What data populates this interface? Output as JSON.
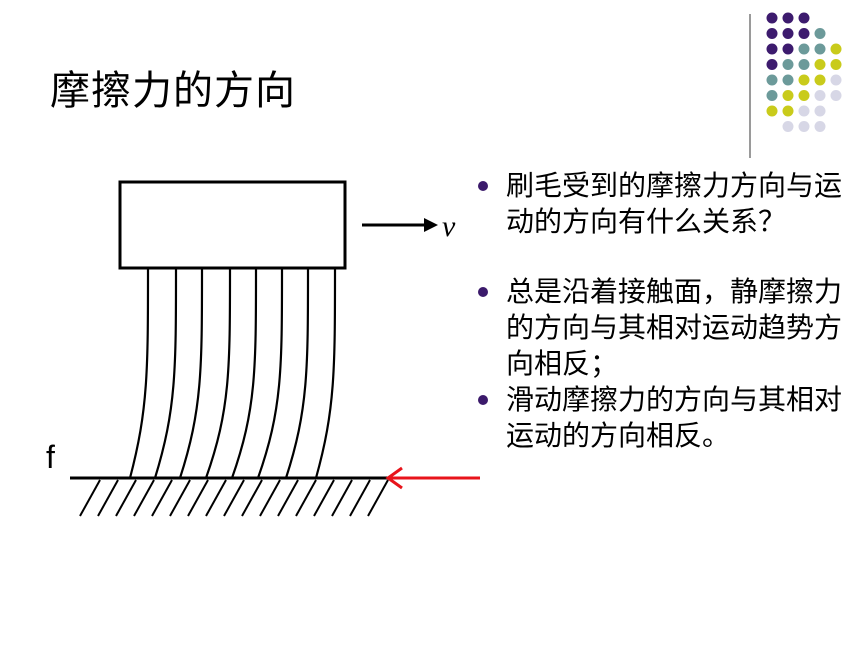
{
  "slide": {
    "title": "摩擦力的方向",
    "bullets": [
      "刷毛受到的摩擦力方向与运动的方向有什么关系？",
      "总是沿着接触面，静摩擦力的方向与其相对运动趋势方向相反；",
      "滑动摩擦力的方向与其相对运动的方向相反。"
    ]
  },
  "diagram": {
    "velocity_label": "v",
    "friction_label": "f"
  },
  "colors": {
    "bullet": "#3b1a6b",
    "arrow_red": "#e8141b",
    "dot_purple": "#3d1b6e",
    "dot_teal": "#6c9a9a",
    "dot_yellow": "#c9cb1b",
    "dot_light": "#d7d7e6"
  }
}
